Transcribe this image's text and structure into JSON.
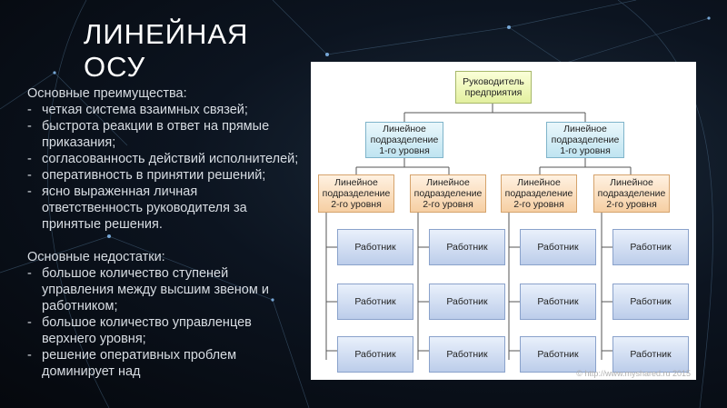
{
  "slide": {
    "title_line1": "ЛИНЕЙНАЯ",
    "title_line2": "ОСУ",
    "advantages_heading": "Основные преимущества:",
    "advantages": [
      "четкая система взаимных связей;",
      "быстрота реакции в ответ на прямые приказания;",
      "согласованность действий исполнителей;",
      "оперативность в принятии решений;",
      "ясно выраженная личная ответственность руководителя за принятые решения."
    ],
    "disadvantages_heading": "Основные недостатки:",
    "disadvantages": [
      "большое количество ступеней управления между высшим звеном и работником;",
      "большое количество управленцев верхнего уровня;",
      "решение оперативных проблем доминирует над"
    ]
  },
  "org_chart": {
    "head": "Руководитель\nпредприятия",
    "level1": [
      "Линейное\nподразделение\n1-го уровня",
      "Линейное\nподразделение\n1-го уровня"
    ],
    "level2": [
      "Линейное\nподразделение\n2-го уровня",
      "Линейное\nподразделение\n2-го уровня",
      "Линейное\nподразделение\n2-го уровня",
      "Линейное\nподразделение\n2-го уровня"
    ],
    "worker_label": "Работник",
    "watermark": "© http://www.myshared.ru 2015"
  },
  "colors": {
    "background": "#0c1420",
    "head_box": "#e3f0a0",
    "level1_box": "#bfe4f1",
    "level2_box": "#f6cfa3",
    "worker_box": "#bccdea",
    "connector": "#555555"
  }
}
